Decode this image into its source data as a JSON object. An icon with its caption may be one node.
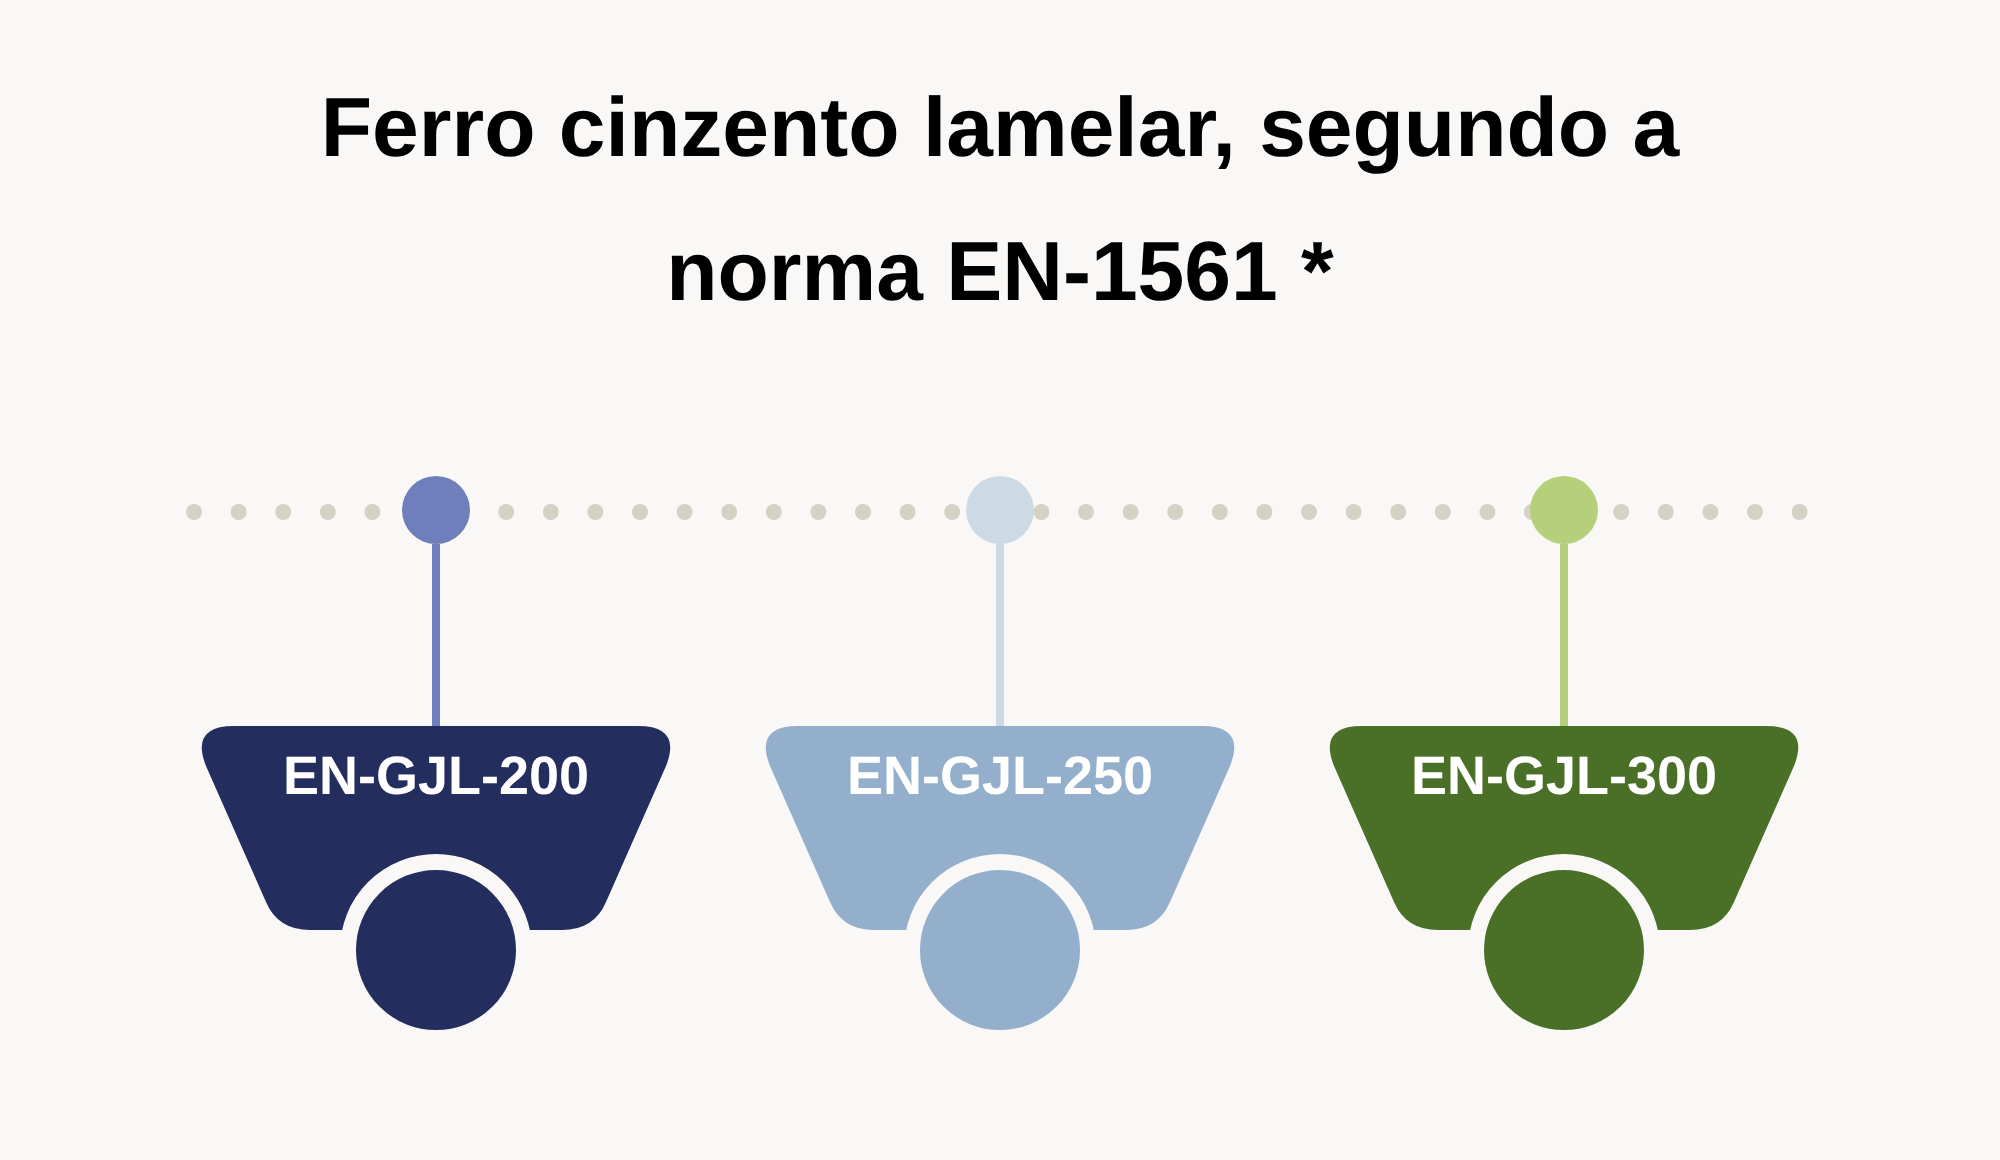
{
  "diagram": {
    "title": "Ferro cinzento lamelar, segundo a norma EN-1561 *",
    "nodes": [
      {
        "text": [
          "EN-GJL-200"
        ]
      },
      {
        "text": [
          "EN-GJL-250"
        ]
      },
      {
        "text": [
          "EN-GJL-300"
        ]
      },
      {
        "text": [],
        "shape": "circle"
      },
      {
        "text": [],
        "shape": "circle"
      },
      {
        "text": [],
        "shape": "circle"
      },
      {
        "text": [],
        "shape": "circle"
      },
      {
        "text": [],
        "shape": "circle"
      },
      {
        "text": [],
        "shape": "circle"
      }
    ],
    "edges": [
      {
        "from": 3,
        "to": 0,
        "arrow": "none",
        "color": "#6f7fbb"
      },
      {
        "from": 4,
        "to": 1,
        "arrow": "none",
        "color": "#cdd9e3"
      },
      {
        "from": 5,
        "to": 2,
        "arrow": "none",
        "color": "#b5cf7a"
      }
    ]
  }
}
